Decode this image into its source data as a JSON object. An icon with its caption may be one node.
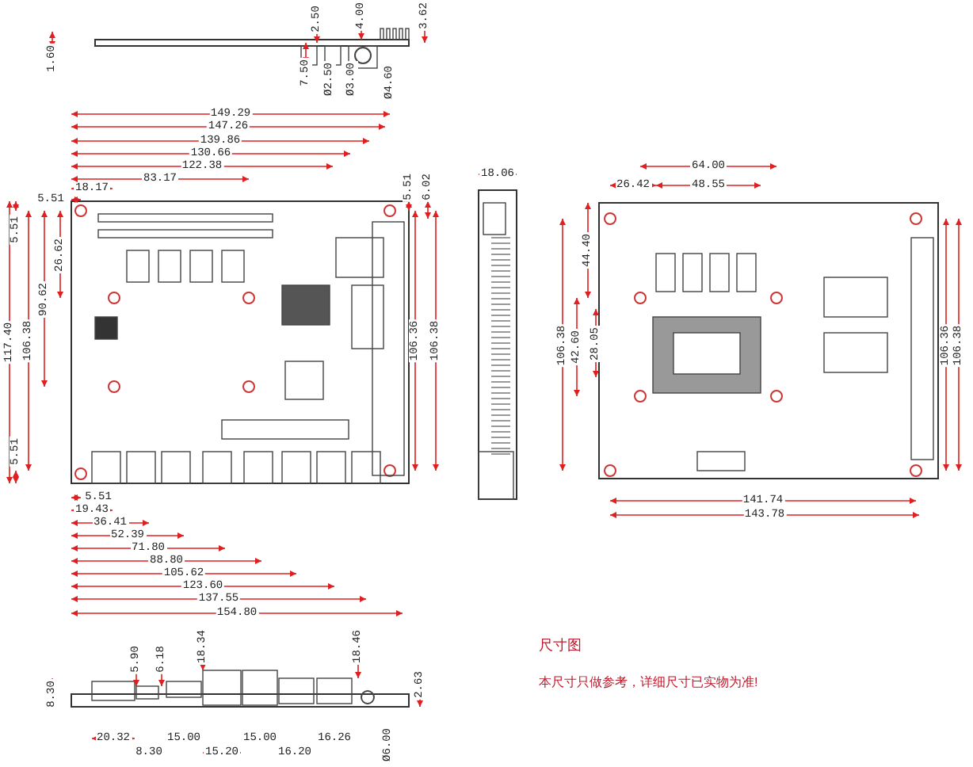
{
  "diagram": {
    "title": "尺寸图",
    "caption": "本尺寸只做参考，详细尺寸已实物为准!",
    "labels": [
      "1.60",
      "2.50",
      "4.00",
      "3.62",
      "7.50",
      "Ø2.50",
      "Ø3.00",
      "Ø4.60",
      "149.29",
      "147.26",
      "139.86",
      "130.66",
      "122.38",
      "83.17",
      "18.17",
      "5.51",
      "5.51",
      "6.02",
      "5.51",
      "26.62",
      "90.62",
      "117.40",
      "106.38",
      "5.51",
      "106.36",
      "106.38",
      "5.51",
      "19.43",
      "36.41",
      "52.39",
      "71.80",
      "88.80",
      "105.62",
      "123.60",
      "137.55",
      "154.80",
      "18.06",
      "64.00",
      "26.42",
      "48.55",
      "44.40",
      "106.38",
      "42.60",
      "28.05",
      "106.36",
      "106.38",
      "141.74",
      "143.78",
      "8.30",
      "5.90",
      "6.18",
      "18.34",
      "18.46",
      "2.63",
      "20.32",
      "8.30",
      "15.00",
      "15.20",
      "15.00",
      "16.20",
      "16.26",
      "Ø6.00"
    ]
  }
}
